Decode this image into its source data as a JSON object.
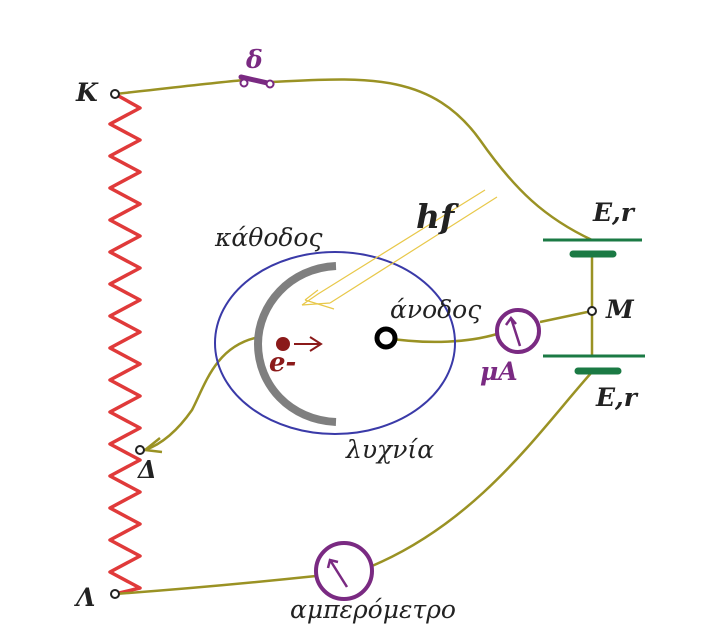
{
  "labels": {
    "K": "K",
    "L": "Λ",
    "D": "Δ",
    "delta": "δ",
    "hf": "hf",
    "cathode": "κάθοδος",
    "anode": "άνοδος",
    "tube": "λυχνία",
    "electron": "e-",
    "microammeter": "μA",
    "ammeter": "αμπερόμετρο",
    "source_top": "E,r",
    "source_bottom": "E,r",
    "M": "M"
  },
  "colors": {
    "wire": "#9a9224",
    "resistor": "#e03a3a",
    "meter": "#7a2a82",
    "battery": "#1b7a44",
    "tube": "#3a3aa8",
    "cathode": "#7f7f7f",
    "electron": "#8b1a1a",
    "light": "#e8c84a",
    "text": "#222222"
  }
}
